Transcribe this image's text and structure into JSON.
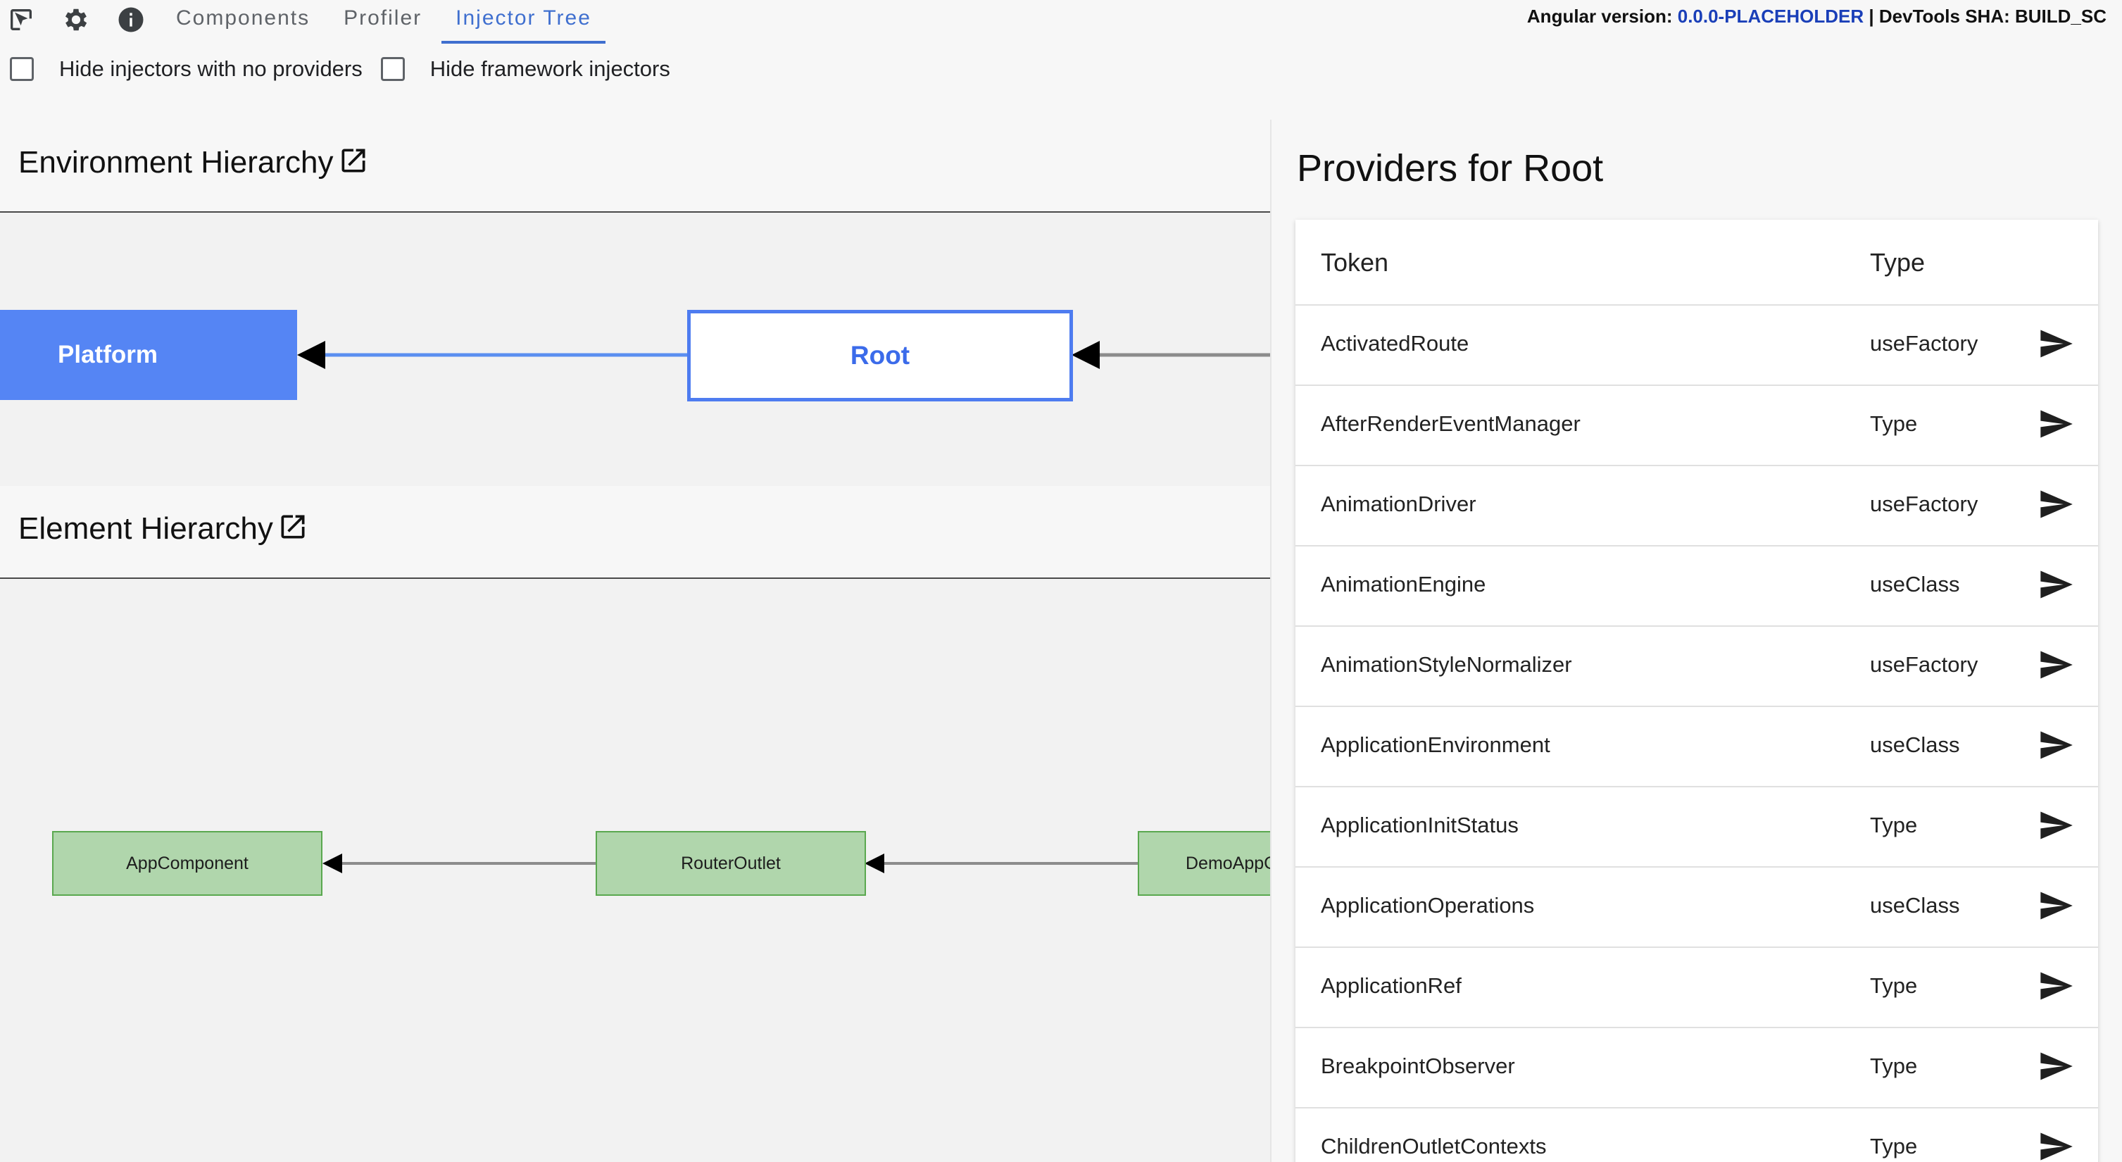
{
  "toolbar": {
    "icons": [
      "inspect-element-icon",
      "gear-icon",
      "info-icon"
    ],
    "tabs": [
      {
        "label": "Components",
        "active": false
      },
      {
        "label": "Profiler",
        "active": false
      },
      {
        "label": "Injector Tree",
        "active": true
      }
    ],
    "version_label": "Angular version:",
    "version_value": "0.0.0-PLACEHOLDER",
    "separator": "|",
    "sha_label": "DevTools SHA:",
    "sha_value": "BUILD_SC"
  },
  "filters": {
    "hide_no_providers": {
      "label": "Hide injectors with no providers",
      "checked": false
    },
    "hide_framework": {
      "label": "Hide framework injectors",
      "checked": false
    }
  },
  "environment": {
    "title": "Environment Hierarchy",
    "external_icon": "open-in-new-icon",
    "nodes": [
      "Platform",
      "Root"
    ]
  },
  "element": {
    "title": "Element Hierarchy",
    "external_icon": "open-in-new-icon",
    "nodes": [
      "AppComponent",
      "RouterOutlet",
      "DemoAppC"
    ]
  },
  "providers": {
    "title": "Providers for Root",
    "columns": {
      "token": "Token",
      "type": "Type"
    },
    "row_icon": "send-icon",
    "rows": [
      {
        "token": "ActivatedRoute",
        "type": "useFactory"
      },
      {
        "token": "AfterRenderEventManager",
        "type": "Type"
      },
      {
        "token": "AnimationDriver",
        "type": "useFactory"
      },
      {
        "token": "AnimationEngine",
        "type": "useClass"
      },
      {
        "token": "AnimationStyleNormalizer",
        "type": "useFactory"
      },
      {
        "token": "ApplicationEnvironment",
        "type": "useClass"
      },
      {
        "token": "ApplicationInitStatus",
        "type": "Type"
      },
      {
        "token": "ApplicationOperations",
        "type": "useClass"
      },
      {
        "token": "ApplicationRef",
        "type": "Type"
      },
      {
        "token": "BreakpointObserver",
        "type": "Type"
      },
      {
        "token": "ChildrenOutletContexts",
        "type": "Type"
      }
    ]
  },
  "colors": {
    "accent": "#3f6fcf",
    "platform_node": "#5585f4",
    "root_border": "#4e7cf0",
    "element_node_fill": "#b0d6ac",
    "element_node_border": "#5aa84f",
    "version_value": "#1a3fb8"
  }
}
